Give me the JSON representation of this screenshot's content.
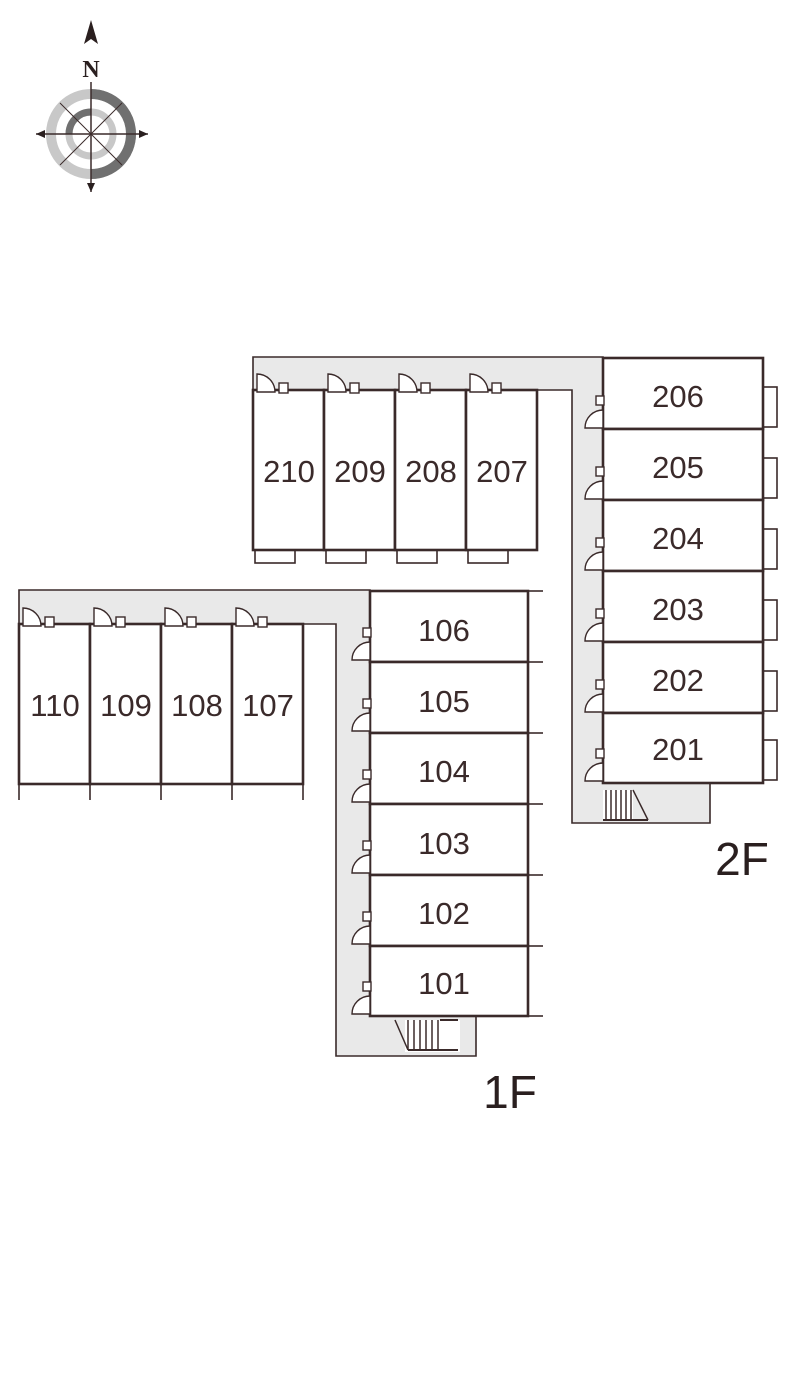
{
  "compass": {
    "north_label": "N",
    "icon": "compass-rose-icon"
  },
  "floors": [
    {
      "id": "1F",
      "label": "1F",
      "west_units": [
        "110",
        "109",
        "108",
        "107"
      ],
      "east_units": [
        "106",
        "105",
        "104",
        "103",
        "102",
        "101"
      ]
    },
    {
      "id": "2F",
      "label": "2F",
      "west_units": [
        "210",
        "209",
        "208",
        "207"
      ],
      "east_units": [
        "206",
        "205",
        "204",
        "203",
        "202",
        "201"
      ]
    }
  ],
  "colors": {
    "line": "#3a2a2a",
    "corridor": "#e9e9e9",
    "compass_dark": "#707070",
    "compass_light": "#c8c8c8"
  }
}
